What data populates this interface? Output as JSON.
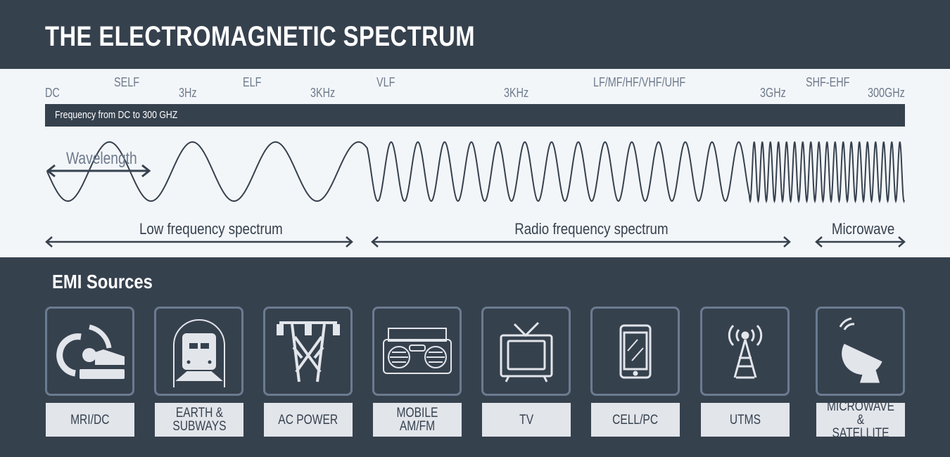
{
  "title": "THE ELECTROMAGNETIC SPECTRUM",
  "spectrum": {
    "bands": [
      "DC",
      "SELF",
      "3Hz",
      "ELF",
      "3KHz",
      "VLF",
      "3KHz",
      "LF/MF/HF/VHF/UHF",
      "3GHz",
      "SHF-EHF",
      "300GHz"
    ],
    "frequency_bar": "Frequency from DC to 300 GHZ",
    "wavelength_label": "Wavelength",
    "ranges": [
      "Low frequency spectrum",
      "Radio frequency spectrum",
      "Microwave"
    ]
  },
  "emi": {
    "heading": "EMI Sources",
    "sources": [
      {
        "label": "MRI/DC",
        "icon": "mri-scanner-icon"
      },
      {
        "label": "EARTH &\nSUBWAYS",
        "icon": "subway-train-icon"
      },
      {
        "label": "AC POWER",
        "icon": "power-tower-icon"
      },
      {
        "label": "MOBILE AM/FM",
        "icon": "radio-boombox-icon"
      },
      {
        "label": "TV",
        "icon": "tv-icon"
      },
      {
        "label": "CELL/PC",
        "icon": "cellphone-icon"
      },
      {
        "label": "UTMS",
        "icon": "antenna-tower-icon"
      },
      {
        "label": "MICROWAVE &\nSATELLITE",
        "icon": "satellite-dish-icon"
      }
    ]
  },
  "colors": {
    "dark": "#36414e",
    "light": "#f3f6f9",
    "muted": "#6d7a8c",
    "card_border": "#6b7b90",
    "caption_bg": "#e2e5ea"
  }
}
